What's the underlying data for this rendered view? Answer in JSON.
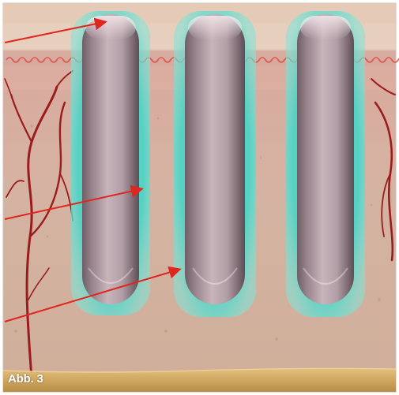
{
  "figure": {
    "label": "Abb. 3"
  },
  "illustration": {
    "implant_count": 3,
    "pointer_arrow_count": 3,
    "colors": {
      "tissue": "#d3b3a1",
      "tissue_dark": "#b98e7c",
      "gum_line": "#e7cdb9",
      "implant": "#b8a2a8",
      "implant_highlight": "#e7d8dd",
      "coating": "#53d3c6",
      "vessel": "#9b1c1c",
      "arrow": "#e0271f",
      "bone_base": "#d6b06b",
      "frame_border": "#c9c1ba"
    }
  }
}
